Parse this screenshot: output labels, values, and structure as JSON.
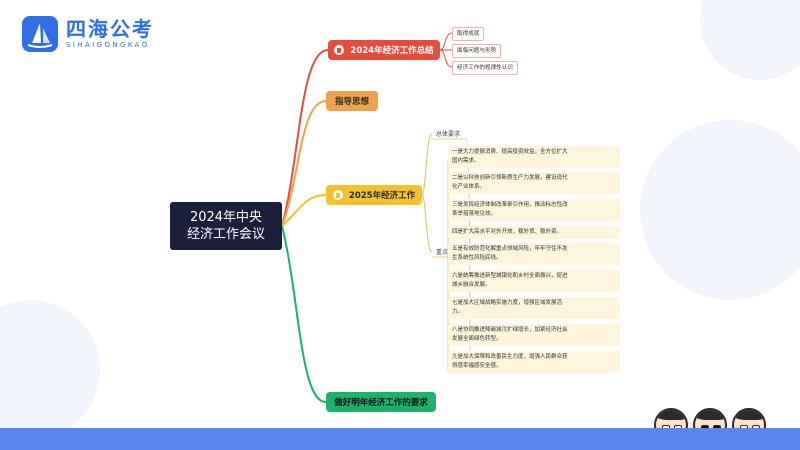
{
  "brand": {
    "name_cn": "四海公考",
    "name_en": "SIHAIGONGKAO",
    "color": "#2f6fe5"
  },
  "mindmap": {
    "root": "2024年中央\n经济工作会议",
    "branches": {
      "summary": {
        "label": "2024年经济工作总结",
        "color": "#e64c3c",
        "leaves": [
          "取得成就",
          "面临问题与形势",
          "经济工作的规律性认识"
        ]
      },
      "guide": {
        "label": "指导思想",
        "color": "#f0a24b"
      },
      "work2025": {
        "label": "2025年经济工作",
        "color": "#f2c22f",
        "overall": "总体要求",
        "key_tasks_label": "重点举措",
        "tasks": [
          "一是大力提振消费、提高投资效益，全方位扩大\n国内需求。",
          "二是以科技创新引领新质生产力发展，建设现代\n化产业体系。",
          "三是发挥经济体制改革牵引作用，推动标志性改\n革举措落地见效。",
          "四是扩大高水平对外开放，稳外贸、稳外资。",
          "五是有效防范化解重点领域风险，牢牢守住不发\n生系统性风险底线。",
          "六是统筹推进新型城镇化和乡村全面振兴，促进\n城乡融合发展。",
          "七是加大区域战略实施力度，增强区域发展活\n力。",
          "八是协同推进降碳减污扩绿增长，加紧经济社会\n发展全面绿色转型。",
          "九是加大保障和改善民生力度，增强人民群众获\n得感幸福感安全感。"
        ]
      },
      "requirements": {
        "label": "做好明年经济工作的要求",
        "color": "#19b36b"
      }
    }
  }
}
